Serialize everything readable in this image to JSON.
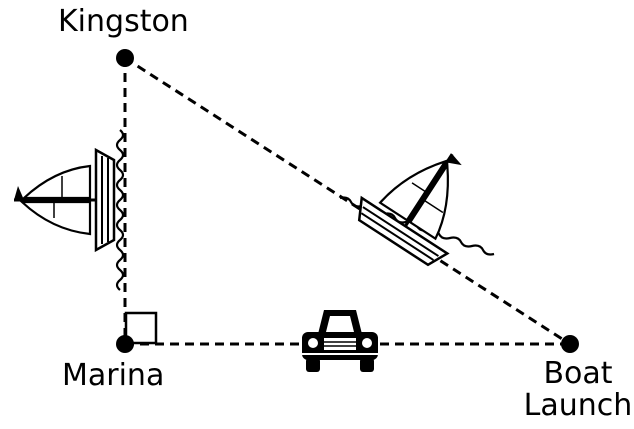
{
  "labels": {
    "kingston": "Kingston",
    "marina": "Marina",
    "boat_launch_line1": "Boat",
    "boat_launch_line2": "Launch"
  },
  "colors": {
    "ink": "#000000",
    "paper": "#ffffff"
  },
  "icons": {
    "boat_left": "sailboat-icon",
    "boat_diagonal": "sailboat-icon",
    "car": "car-icon",
    "right_angle": "right-angle-marker"
  }
}
